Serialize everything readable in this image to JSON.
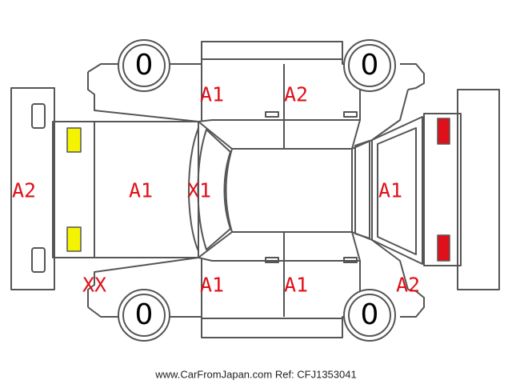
{
  "marks": {
    "roof_front": "X1",
    "hood": "A1",
    "front_bumper": "A2",
    "front_left_corner": "XX",
    "left_front_door": "A1",
    "left_rear_door": "A1",
    "rear_left_corner": "A2",
    "right_front_door": "A1",
    "right_rear_door": "A2",
    "trunk": "A1"
  },
  "wheels": {
    "front_right": "0",
    "rear_right": "0",
    "front_left": "0",
    "rear_left": "0"
  },
  "colors": {
    "mark_text": "#e0101a",
    "headlight_fill": "#f4f400",
    "taillight_fill": "#e0101a",
    "outline": "#555555"
  },
  "footer": {
    "watermark": "www.CarFromJapan.com Ref: CFJ1353041"
  }
}
